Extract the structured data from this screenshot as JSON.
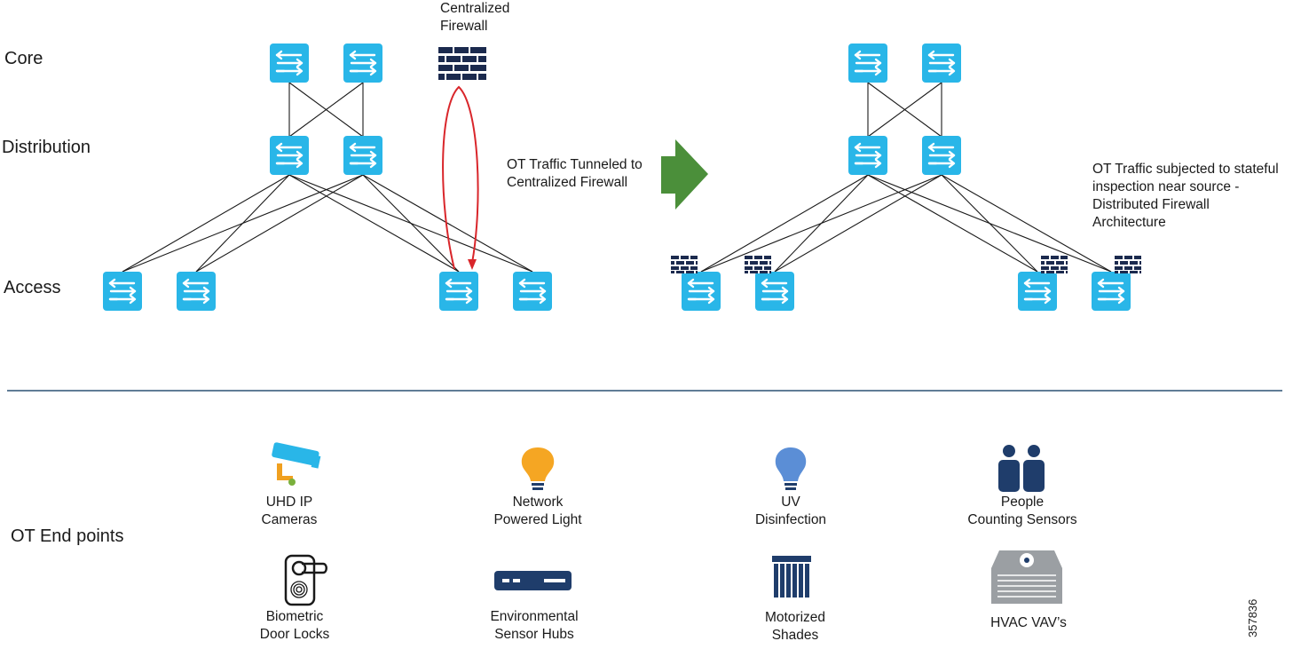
{
  "layers": {
    "core": "Core",
    "distribution": "Distribution",
    "access": "Access"
  },
  "centralized_firewall": {
    "line1": "Centralized",
    "line2": "Firewall"
  },
  "transition_note": {
    "line1": "OT Traffic Tunneled to",
    "line2": "Centralized Firewall"
  },
  "distributed_note": {
    "line1": "OT Traffic subjected to stateful",
    "line2": "inspection near source -",
    "line3": "Distributed Firewall",
    "line4": "Architecture"
  },
  "endpoints_label": "OT End points",
  "endpoints": [
    {
      "icon": "camera-icon",
      "line1": "UHD IP",
      "line2": "Cameras"
    },
    {
      "icon": "light-bulb-icon",
      "line1": "Network",
      "line2": "Powered Light"
    },
    {
      "icon": "uv-bulb-icon",
      "line1": "UV",
      "line2": "Disinfection"
    },
    {
      "icon": "people-icon",
      "line1": "People",
      "line2": "Counting Sensors"
    },
    {
      "icon": "door-lock-icon",
      "line1": "Biometric",
      "line2": "Door Locks"
    },
    {
      "icon": "sensor-hub-icon",
      "line1": "Environmental",
      "line2": "Sensor Hubs"
    },
    {
      "icon": "shades-icon",
      "line1": "Motorized",
      "line2": "Shades"
    },
    {
      "icon": "hvac-icon",
      "line1": "HVAC VAV’s",
      "line2": ""
    }
  ],
  "figure_id": "357836",
  "colors": {
    "switch": "#29b6e8",
    "firewall": "#1b2a4e",
    "tunnel": "#d9262b",
    "arrow": "#4b8f3a",
    "divider": "#2c5273",
    "navy_icon": "#1f3d6b"
  }
}
